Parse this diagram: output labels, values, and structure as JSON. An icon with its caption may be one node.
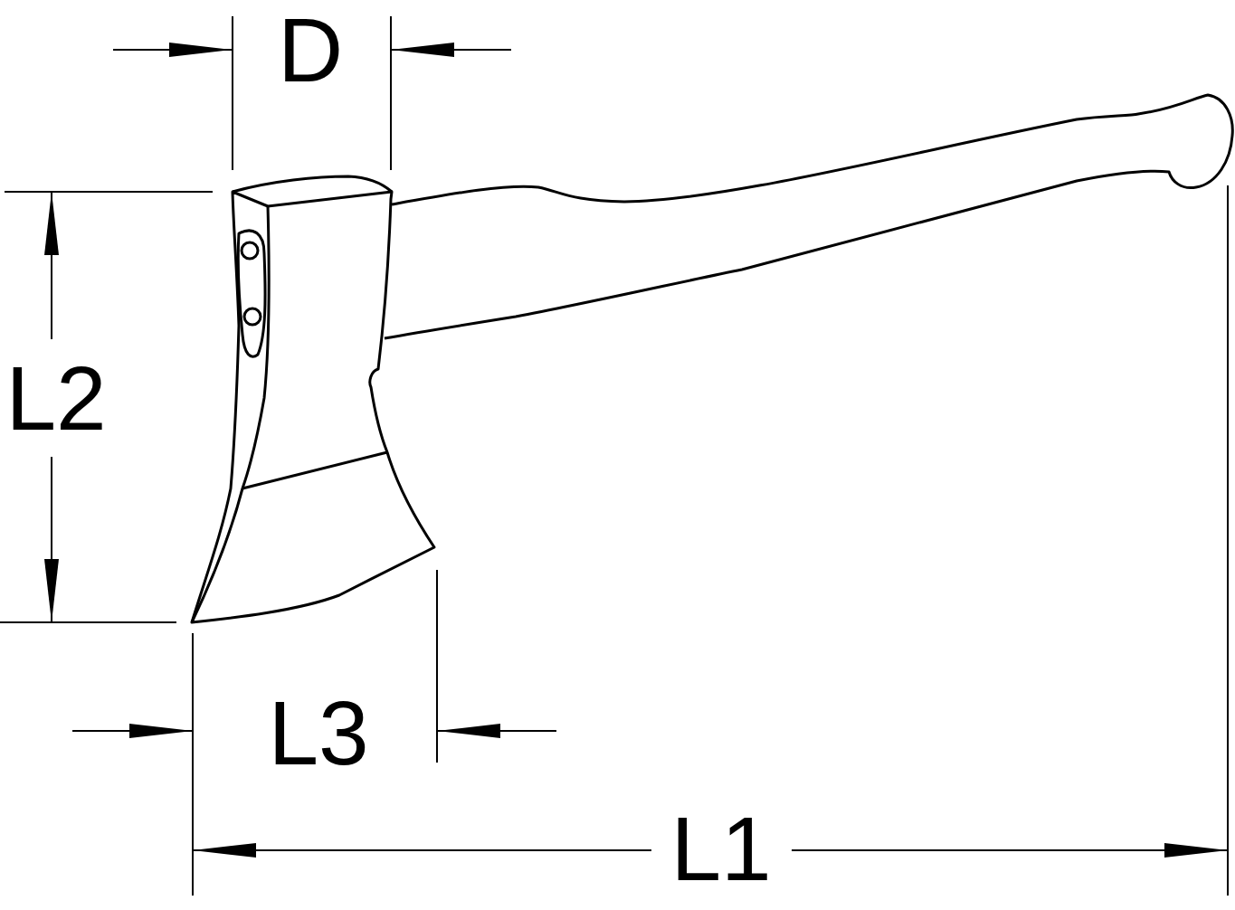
{
  "diagram": {
    "labels": [
      "D",
      "L2",
      "L3",
      "L1"
    ]
  }
}
